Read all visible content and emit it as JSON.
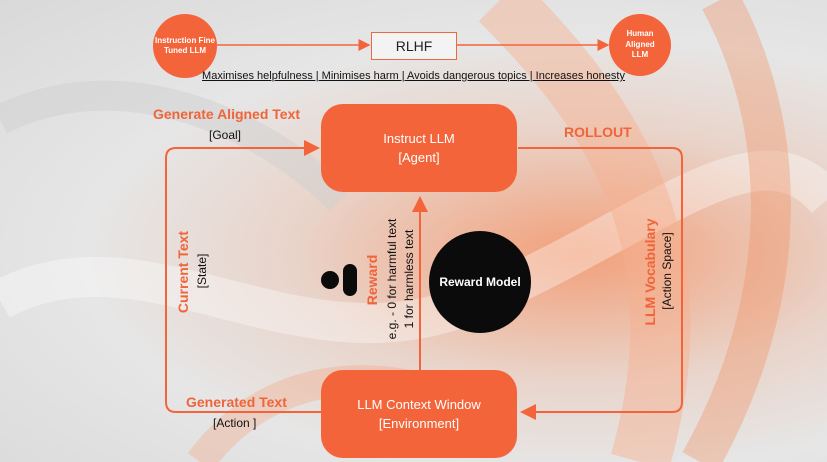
{
  "top": {
    "left_circle": "Instruction Fine Tuned LLM",
    "center_box": "RLHF",
    "right_circle": "Human Aligned LLM",
    "subtitle": "Maximises helpfulness | Minimises harm | Avoids dangerous topics | Increases honesty"
  },
  "agent": {
    "title": "Instruct LLM",
    "role": "[Agent]"
  },
  "environment": {
    "title": "LLM Context Window",
    "role": "[Environment]"
  },
  "goal": {
    "title": "Generate Aligned Text",
    "role": "[Goal]"
  },
  "rollout": "ROLLOUT",
  "state": {
    "title": "Current Text",
    "role": "[State]"
  },
  "action": {
    "title": "Generated Text",
    "role": "[Action ]"
  },
  "action_space": {
    "title": "LLM Vocabulary",
    "role": "[Action Space]"
  },
  "reward": {
    "title": "Reward",
    "line1": "e.g. - 0 for harmful text",
    "line2": "1 for harmless text"
  },
  "reward_model": "Reward Model",
  "colors": {
    "accent": "#f4643a",
    "dark": "#0b0b0b"
  }
}
